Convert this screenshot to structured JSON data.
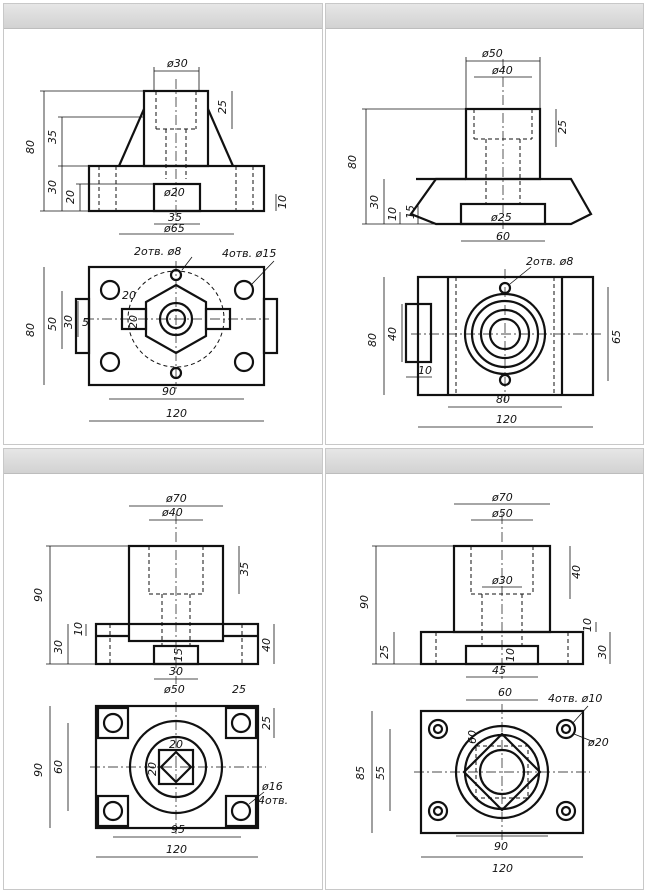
{
  "panels": [
    {
      "id": "p1",
      "front_labels": {
        "d_top": "ø30",
        "h_total": "80",
        "h_upper": "35",
        "h_boss": "25",
        "h_base": "30",
        "h_step": "20",
        "d_hole": "ø20",
        "w_slot": "35",
        "d_base": "ø65",
        "t_base": "10"
      },
      "plan_labels": {
        "holes_small": "2отв. ø8",
        "holes_large": "4отв. ø15",
        "h_total": "80",
        "h_mid": "50",
        "h_slot": "30",
        "w_small": "5",
        "w_tab": "20",
        "w_hole": "20",
        "w_inner": "90",
        "w_total": "120"
      }
    },
    {
      "id": "p2",
      "front_labels": {
        "d_outer": "ø50",
        "d_inner": "ø40",
        "h_total": "80",
        "h_boss": "25",
        "h_base": "30",
        "t_base": "10",
        "h_step": "15",
        "d_hole": "ø25",
        "w_slot": "60"
      },
      "plan_labels": {
        "holes_small": "2отв. ø8",
        "h_tab": "40",
        "h_total": "80",
        "h_right": "65",
        "w_small": "10",
        "w_inner": "80",
        "w_total": "120"
      }
    },
    {
      "id": "p3",
      "front_labels": {
        "d_outer": "ø70",
        "d_inner": "ø40",
        "h_total": "90",
        "h_boss": "35",
        "t_flange": "10",
        "h_base": "30",
        "h_right": "40",
        "h_slot": "15",
        "w_slot": "30",
        "d_ring": "ø50",
        "w_corner": "25"
      },
      "plan_labels": {
        "h_corner": "25",
        "h_total": "90",
        "h_mid": "60",
        "w_sq": "20",
        "h_sq": "20",
        "holes": "ø16",
        "holes_count": "4отв.",
        "w_inner": "95",
        "w_total": "120"
      }
    },
    {
      "id": "p4",
      "front_labels": {
        "d_outer": "ø70",
        "d_inner": "ø50",
        "d_bore": "ø30",
        "h_total": "90",
        "h_boss": "40",
        "t_right": "10",
        "h_base": "25",
        "h_right": "30",
        "h_slot": "10",
        "w_slot": "45"
      },
      "plan_labels": {
        "w_top": "60",
        "holes": "4отв. ø10",
        "w_tab": "60",
        "d_ring": "ø20",
        "h_total": "85",
        "h_mid": "55",
        "w_inner": "90",
        "w_total": "120"
      }
    }
  ]
}
